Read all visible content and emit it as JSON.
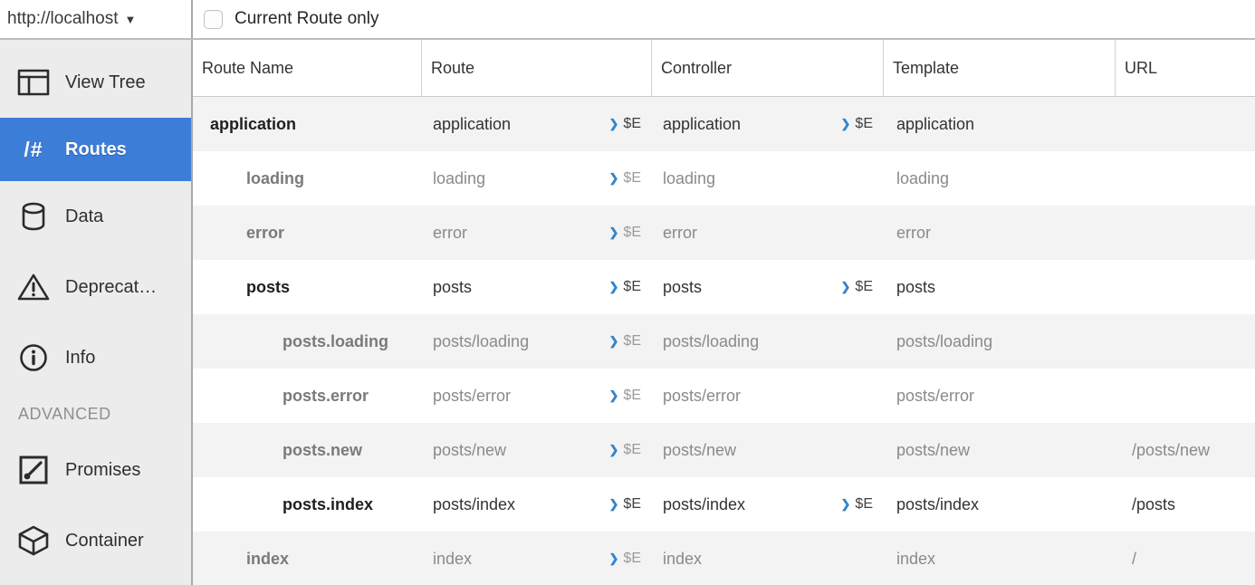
{
  "topbar": {
    "host_label": "http://localhost",
    "dropdown_icon": "▼",
    "filter_checkbox_label": "Current Route only",
    "filter_checked": false
  },
  "sidebar": {
    "selected_color": "#3c7dd8",
    "items": [
      {
        "label": "View Tree",
        "icon": "view-tree-icon",
        "selected": false,
        "section": false
      },
      {
        "label": "Routes",
        "icon": "routes-icon",
        "selected": true,
        "section": false
      },
      {
        "label": "Data",
        "icon": "data-icon",
        "selected": false,
        "section": false
      },
      {
        "label": "Deprecat…",
        "icon": "deprecations-icon",
        "selected": false,
        "section": false
      },
      {
        "label": "Info",
        "icon": "info-icon",
        "selected": false,
        "section": false
      },
      {
        "label": "ADVANCED",
        "icon": null,
        "selected": false,
        "section": true
      },
      {
        "label": "Promises",
        "icon": "promises-icon",
        "selected": false,
        "section": false
      },
      {
        "label": "Container",
        "icon": "container-icon",
        "selected": false,
        "section": false
      }
    ],
    "routes_glyph": "/#"
  },
  "table": {
    "columns": [
      "Route Name",
      "Route",
      "Controller",
      "Template",
      "URL"
    ],
    "inspect_label": "$E",
    "chevron_icon": "❯",
    "chevron_color": "#3585c8",
    "rows": [
      {
        "name": "application",
        "indent": 0,
        "active": true,
        "route": "application",
        "route_inspect": true,
        "controller": "application",
        "controller_inspect": true,
        "template": "application",
        "url": ""
      },
      {
        "name": "loading",
        "indent": 1,
        "active": false,
        "route": "loading",
        "route_inspect": true,
        "controller": "loading",
        "controller_inspect": false,
        "template": "loading",
        "url": ""
      },
      {
        "name": "error",
        "indent": 1,
        "active": false,
        "route": "error",
        "route_inspect": true,
        "controller": "error",
        "controller_inspect": false,
        "template": "error",
        "url": ""
      },
      {
        "name": "posts",
        "indent": 1,
        "active": true,
        "route": "posts",
        "route_inspect": true,
        "controller": "posts",
        "controller_inspect": true,
        "template": "posts",
        "url": ""
      },
      {
        "name": "posts.loading",
        "indent": 2,
        "active": false,
        "route": "posts/loading",
        "route_inspect": true,
        "controller": "posts/loading",
        "controller_inspect": false,
        "template": "posts/loading",
        "url": ""
      },
      {
        "name": "posts.error",
        "indent": 2,
        "active": false,
        "route": "posts/error",
        "route_inspect": true,
        "controller": "posts/error",
        "controller_inspect": false,
        "template": "posts/error",
        "url": ""
      },
      {
        "name": "posts.new",
        "indent": 2,
        "active": false,
        "route": "posts/new",
        "route_inspect": true,
        "controller": "posts/new",
        "controller_inspect": false,
        "template": "posts/new",
        "url": "/posts/new"
      },
      {
        "name": "posts.index",
        "indent": 2,
        "active": true,
        "route": "posts/index",
        "route_inspect": true,
        "controller": "posts/index",
        "controller_inspect": true,
        "template": "posts/index",
        "url": "/posts"
      },
      {
        "name": "index",
        "indent": 1,
        "active": false,
        "route": "index",
        "route_inspect": true,
        "controller": "index",
        "controller_inspect": false,
        "template": "index",
        "url": "/"
      }
    ]
  }
}
